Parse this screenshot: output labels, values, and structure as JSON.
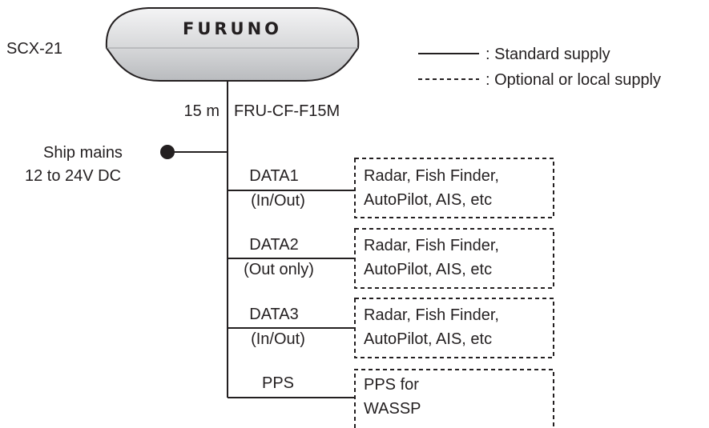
{
  "antenna": {
    "model": "SCX-21",
    "brand": "FURUNO"
  },
  "cable": {
    "length": "15 m",
    "part": "FRU-CF-F15M"
  },
  "power": {
    "line1": "Ship mains",
    "line2": "12 to 24V DC"
  },
  "legend": {
    "standard": ": Standard supply",
    "optional": ": Optional or local supply"
  },
  "ports": [
    {
      "name": "DATA1",
      "direction": "(In/Out)",
      "device_line1": "Radar, Fish Finder,",
      "device_line2": "AutoPilot, AIS, etc"
    },
    {
      "name": "DATA2",
      "direction": "(Out only)",
      "device_line1": "Radar, Fish Finder,",
      "device_line2": "AutoPilot, AIS, etc"
    },
    {
      "name": "DATA3",
      "direction": "(In/Out)",
      "device_line1": "Radar, Fish Finder,",
      "device_line2": "AutoPilot, AIS, etc"
    },
    {
      "name": "PPS",
      "direction": "",
      "device_line1": "PPS for",
      "device_line2": "WASSP"
    }
  ]
}
